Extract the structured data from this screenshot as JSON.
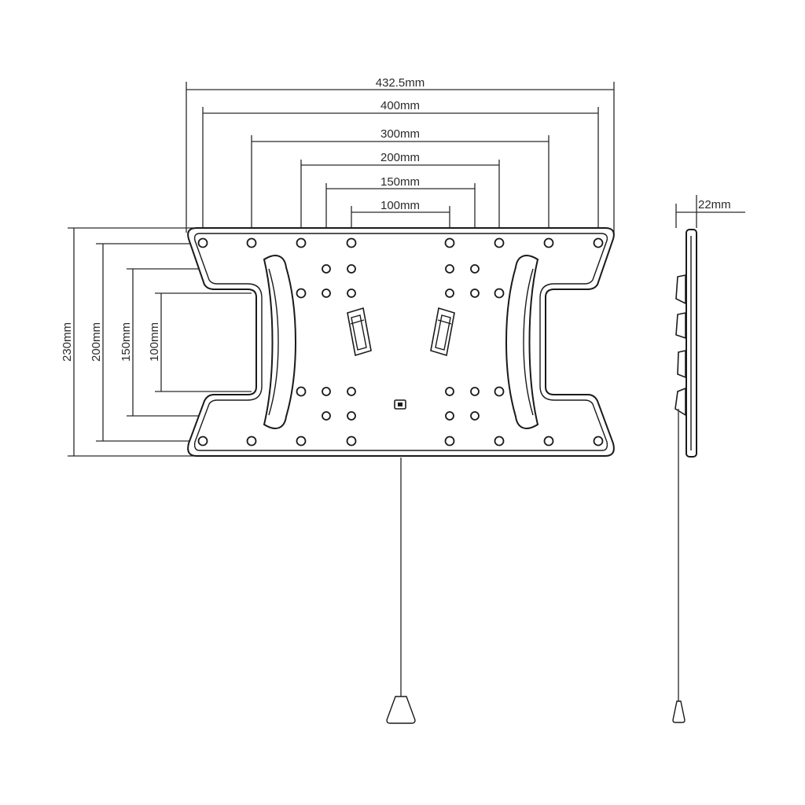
{
  "front_view": {
    "width_dimensions": [
      "432.5mm",
      "400mm",
      "300mm",
      "200mm",
      "150mm",
      "100mm"
    ],
    "height_dimensions": [
      "230mm",
      "200mm",
      "150mm",
      "100mm"
    ]
  },
  "side_view": {
    "depth_dimension": "22mm"
  }
}
